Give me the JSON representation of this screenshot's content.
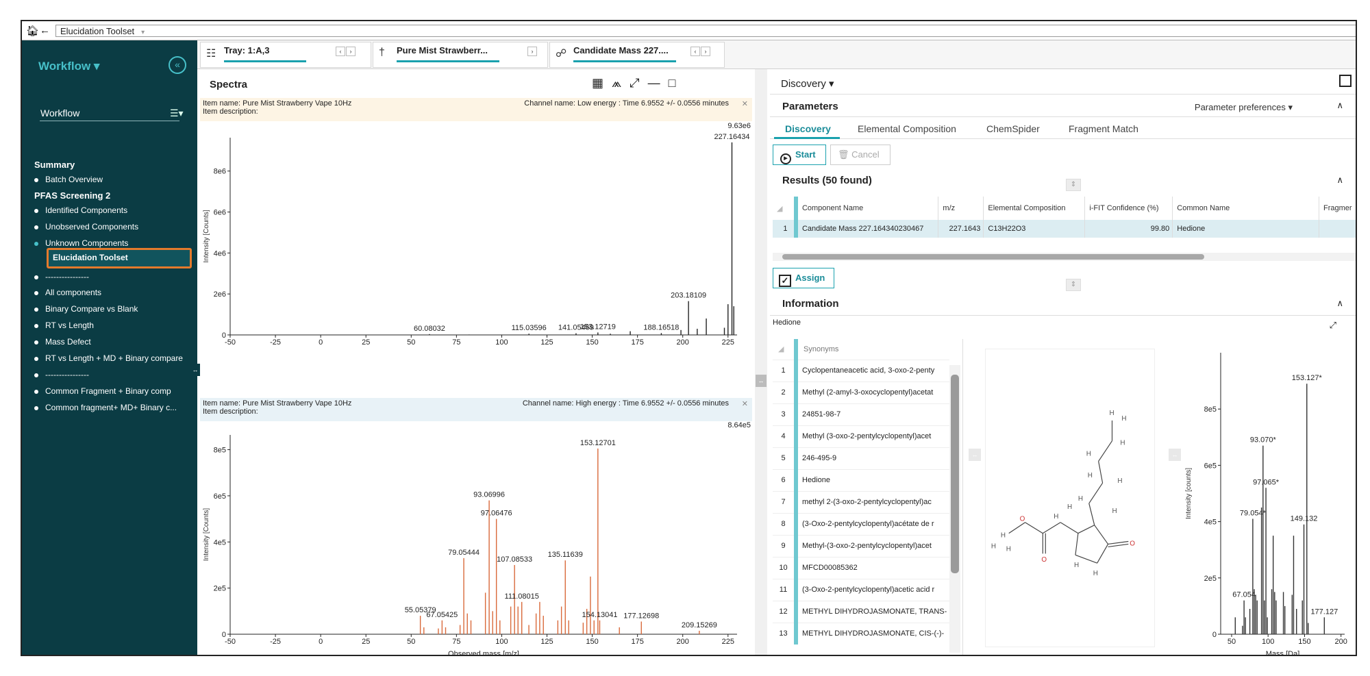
{
  "address": {
    "text": "Elucidation Toolset"
  },
  "sidebar": {
    "title": "Workflow",
    "workflow_label": "Workflow",
    "summary_heading": "Summary",
    "batch_overview": "Batch Overview",
    "pfas_heading": "PFAS Screening 2",
    "items": [
      {
        "label": "Identified Components"
      },
      {
        "label": "Unobserved Components"
      },
      {
        "label": "Unknown Components"
      },
      {
        "label": "Elucidation Toolset"
      },
      {
        "label": "----------------"
      },
      {
        "label": "All components"
      },
      {
        "label": "Binary Compare vs Blank"
      },
      {
        "label": "RT vs Length"
      },
      {
        "label": "Mass Defect"
      },
      {
        "label": "RT vs Length + MD + Binary compare"
      },
      {
        "label": "----------------"
      },
      {
        "label": "Common Fragment + Binary comp"
      },
      {
        "label": "Common fragment+ MD+ Binary c..."
      }
    ]
  },
  "tabs": [
    {
      "label": "Tray: 1:A,3",
      "icon": "tray-grid-icon",
      "progress": 0.6
    },
    {
      "label": "Pure Mist Strawberr...",
      "icon": "sample-vial-icon",
      "progress": 0.75
    },
    {
      "label": "Candidate Mass 227....",
      "icon": "molecule-icon",
      "progress": 0.8
    }
  ],
  "spectra": {
    "title": "Spectra",
    "top": {
      "item_name": "Item name: Pure Mist Strawberry Vape 10Hz",
      "item_desc": "Item description:",
      "channel": "Channel name: Low energy : Time 6.9552 +/- 0.0556 minutes",
      "max": "9.63e6",
      "ylabel": "Intensity [Counts]"
    },
    "bottom": {
      "item_name": "Item name: Pure Mist Strawberry Vape 10Hz",
      "item_desc": "Item description:",
      "channel": "Channel name: High energy : Time 6.9552 +/- 0.0556 minutes",
      "max": "8.64e5",
      "ylabel": "Intensity [Counts]",
      "xlabel": "Observed mass [m/z]"
    }
  },
  "chart_data": [
    {
      "type": "bar",
      "title": "",
      "xlabel": "",
      "ylabel": "Intensity [Counts]",
      "xlim": [
        -50,
        230
      ],
      "ylim": [
        0,
        9630000
      ],
      "x_ticks": [
        "-50",
        "-25",
        "0",
        "25",
        "50",
        "75",
        "100",
        "125",
        "150",
        "175",
        "200",
        "225"
      ],
      "y_ticks": [
        "0",
        "2e6",
        "4e6",
        "6e6",
        "8e6"
      ],
      "peaks": [
        {
          "x": 60.08032,
          "y": 40000,
          "label": "60.08032"
        },
        {
          "x": 82.0,
          "y": 20000
        },
        {
          "x": 115.03596,
          "y": 60000,
          "label": "115.03596"
        },
        {
          "x": 141.05469,
          "y": 80000,
          "label": "141.05469"
        },
        {
          "x": 153.12719,
          "y": 120000,
          "label": "153.12719"
        },
        {
          "x": 160.0,
          "y": 60000
        },
        {
          "x": 171.0,
          "y": 180000
        },
        {
          "x": 188.16518,
          "y": 90000,
          "label": "188.16518"
        },
        {
          "x": 199.0,
          "y": 240000
        },
        {
          "x": 203.18109,
          "y": 1650000,
          "label": "203.18109"
        },
        {
          "x": 208.0,
          "y": 300000
        },
        {
          "x": 213.0,
          "y": 800000
        },
        {
          "x": 223.0,
          "y": 350000
        },
        {
          "x": 225.0,
          "y": 1500000
        },
        {
          "x": 227.16434,
          "y": 9400000,
          "label": "227.16434"
        },
        {
          "x": 228.2,
          "y": 1400000
        }
      ]
    },
    {
      "type": "bar",
      "title": "",
      "xlabel": "Observed mass [m/z]",
      "ylabel": "Intensity [Counts]",
      "xlim": [
        -50,
        230
      ],
      "ylim": [
        0,
        864000
      ],
      "x_ticks": [
        "-50",
        "-25",
        "0",
        "25",
        "50",
        "75",
        "100",
        "125",
        "150",
        "175",
        "200",
        "225"
      ],
      "y_ticks": [
        "0",
        "2e5",
        "4e5",
        "6e5",
        "8e5"
      ],
      "peaks": [
        {
          "x": 55.05379,
          "y": 80000,
          "label": "55.05379"
        },
        {
          "x": 57.0,
          "y": 30000
        },
        {
          "x": 65.0,
          "y": 25000
        },
        {
          "x": 67.05425,
          "y": 60000,
          "label": "67.05425"
        },
        {
          "x": 69.0,
          "y": 30000
        },
        {
          "x": 77.0,
          "y": 40000
        },
        {
          "x": 79.05444,
          "y": 330000,
          "label": "79.05444"
        },
        {
          "x": 81.0,
          "y": 90000
        },
        {
          "x": 83.0,
          "y": 60000
        },
        {
          "x": 91.0,
          "y": 180000
        },
        {
          "x": 93.06996,
          "y": 580000,
          "label": "93.06996"
        },
        {
          "x": 95.0,
          "y": 100000
        },
        {
          "x": 97.06476,
          "y": 500000,
          "label": "97.06476"
        },
        {
          "x": 99.0,
          "y": 60000
        },
        {
          "x": 105.0,
          "y": 120000
        },
        {
          "x": 107.08533,
          "y": 300000,
          "label": "107.08533"
        },
        {
          "x": 109.0,
          "y": 120000
        },
        {
          "x": 111.08015,
          "y": 140000,
          "label": "111.08015"
        },
        {
          "x": 115.0,
          "y": 40000
        },
        {
          "x": 119.0,
          "y": 90000
        },
        {
          "x": 121.0,
          "y": 140000
        },
        {
          "x": 123.0,
          "y": 80000
        },
        {
          "x": 131.0,
          "y": 60000
        },
        {
          "x": 133.0,
          "y": 120000
        },
        {
          "x": 135.11639,
          "y": 320000,
          "label": "135.11639"
        },
        {
          "x": 137.0,
          "y": 60000
        },
        {
          "x": 145.0,
          "y": 50000
        },
        {
          "x": 147.0,
          "y": 110000
        },
        {
          "x": 149.0,
          "y": 250000
        },
        {
          "x": 151.0,
          "y": 60000
        },
        {
          "x": 153.12701,
          "y": 805000,
          "label": "153.12701"
        },
        {
          "x": 154.13041,
          "y": 60000,
          "label": "154.13041"
        },
        {
          "x": 165.0,
          "y": 30000
        },
        {
          "x": 177.12698,
          "y": 55000,
          "label": "177.12698"
        },
        {
          "x": 209.15269,
          "y": 15000,
          "label": "209.15269"
        }
      ]
    },
    {
      "type": "bar",
      "title": "",
      "xlabel": "Mass [Da]",
      "ylabel": "Intensity [counts]",
      "xlim": [
        35,
        205
      ],
      "ylim": [
        0,
        1000000
      ],
      "x_ticks": [
        "50",
        "100",
        "150",
        "200"
      ],
      "y_ticks": [
        "0",
        "2e5",
        "4e5",
        "6e5",
        "8e5"
      ],
      "peaks": [
        {
          "x": 55,
          "y": 60000
        },
        {
          "x": 65,
          "y": 30000
        },
        {
          "x": 67.054,
          "y": 120000,
          "label": "67.054",
          "fragment": false
        },
        {
          "x": 69,
          "y": 60000
        },
        {
          "x": 75,
          "y": 90000
        },
        {
          "x": 79.054,
          "y": 410000,
          "label": "79.054*",
          "fragment": false
        },
        {
          "x": 81,
          "y": 160000
        },
        {
          "x": 83,
          "y": 140000
        },
        {
          "x": 85,
          "y": 120000
        },
        {
          "x": 91,
          "y": 450000
        },
        {
          "x": 93.07,
          "y": 670000,
          "label": "93.070*",
          "fragment": false
        },
        {
          "x": 95,
          "y": 120000
        },
        {
          "x": 97.065,
          "y": 520000,
          "label": "97.065*",
          "fragment": true
        },
        {
          "x": 99,
          "y": 60000
        },
        {
          "x": 105,
          "y": 160000
        },
        {
          "x": 107,
          "y": 350000
        },
        {
          "x": 109,
          "y": 150000
        },
        {
          "x": 111,
          "y": 120000
        },
        {
          "x": 121,
          "y": 150000
        },
        {
          "x": 123,
          "y": 100000
        },
        {
          "x": 133,
          "y": 140000
        },
        {
          "x": 135,
          "y": 350000
        },
        {
          "x": 139,
          "y": 90000
        },
        {
          "x": 147,
          "y": 120000
        },
        {
          "x": 149.132,
          "y": 390000,
          "label": "149.132",
          "fragment": false
        },
        {
          "x": 153.127,
          "y": 890000,
          "label": "153.127*",
          "fragment": true
        },
        {
          "x": 155,
          "y": 40000
        },
        {
          "x": 177.127,
          "y": 60000,
          "label": "177.127",
          "fragment": false
        }
      ]
    }
  ],
  "discovery": {
    "title": "Discovery",
    "parameters": "Parameters",
    "parameter_prefs": "Parameter preferences",
    "tabs": [
      "Discovery",
      "Elemental Composition",
      "ChemSpider",
      "Fragment Match"
    ],
    "start": "Start",
    "cancel": "Cancel",
    "results_title": "Results (50 found)",
    "columns": [
      "Component Name",
      "m/z",
      "Elemental Composition",
      "i-FIT Confidence (%)",
      "Common Name",
      "Fragmer"
    ],
    "rows": [
      {
        "idx": "1",
        "name": "Candidate Mass 227.164340230467",
        "mz": "227.1643",
        "formula": "C13H22O3",
        "confidence": "99.80",
        "common": "Hedione"
      }
    ],
    "assign": "Assign",
    "info_title": "Information",
    "info_name": "Hedione"
  },
  "synonyms": {
    "header": "Synonyms",
    "rows": [
      {
        "n": "1",
        "s": "Cyclopentaneacetic acid, 3-oxo-2-penty"
      },
      {
        "n": "2",
        "s": "Methyl (2-amyl-3-oxocyclopentyl)acetat"
      },
      {
        "n": "3",
        "s": "24851-98-7"
      },
      {
        "n": "4",
        "s": "Methyl (3-oxo-2-pentylcyclopentyl)acet"
      },
      {
        "n": "5",
        "s": "246-495-9"
      },
      {
        "n": "6",
        "s": "Hedione"
      },
      {
        "n": "7",
        "s": "methyl 2-(3-oxo-2-pentylcyclopentyl)ac"
      },
      {
        "n": "8",
        "s": "(3-Oxo-2-pentylcyclopentyl)acétate de r"
      },
      {
        "n": "9",
        "s": "Methyl-(3-oxo-2-pentylcyclopentyl)acet"
      },
      {
        "n": "10",
        "s": "MFCD00085362"
      },
      {
        "n": "11",
        "s": "(3-Oxo-2-pentylcyclopentyl)acetic acid r"
      },
      {
        "n": "12",
        "s": "METHYL DIHYDROJASMONATE, TRANS-"
      },
      {
        "n": "13",
        "s": "METHYL DIHYDROJASMONATE, CIS-(-)-"
      }
    ]
  },
  "colors": {
    "teal": "#1aa1ae",
    "sidebar": "#0b3c44",
    "highlight": "#e47a2c",
    "peak_high": "#d9693a",
    "peak_low": "#222222"
  }
}
